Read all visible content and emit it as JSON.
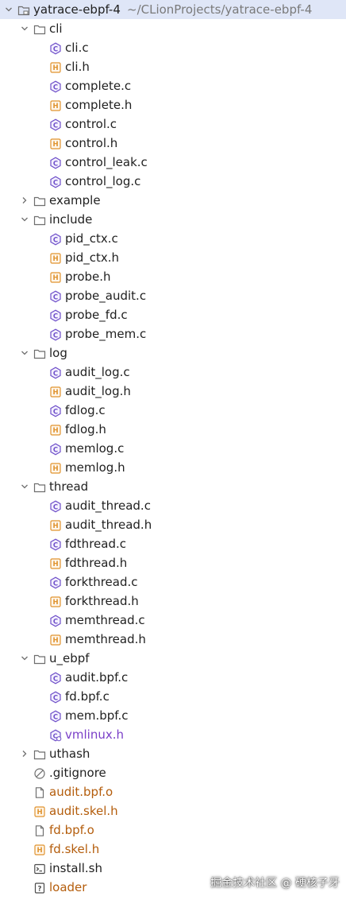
{
  "project": {
    "name": "yatrace-ebpf-4",
    "path": "~/CLionProjects/yatrace-ebpf-4"
  },
  "colors": {
    "selection": "#dfe6f7",
    "folder": "#6e6e6e",
    "c_file": "#6f50c9",
    "h_file": "#e0932f",
    "orange_text": "#b45d0c",
    "purple_text": "#7a3fc8"
  },
  "tree": [
    {
      "name": "cli",
      "type": "folder",
      "level": 1,
      "expanded": true
    },
    {
      "name": "cli.c",
      "type": "c",
      "level": 2
    },
    {
      "name": "cli.h",
      "type": "h",
      "level": 2
    },
    {
      "name": "complete.c",
      "type": "c",
      "level": 2
    },
    {
      "name": "complete.h",
      "type": "h",
      "level": 2
    },
    {
      "name": "control.c",
      "type": "c",
      "level": 2
    },
    {
      "name": "control.h",
      "type": "h",
      "level": 2
    },
    {
      "name": "control_leak.c",
      "type": "c",
      "level": 2
    },
    {
      "name": "control_log.c",
      "type": "c",
      "level": 2
    },
    {
      "name": "example",
      "type": "folder",
      "level": 1,
      "expanded": false
    },
    {
      "name": "include",
      "type": "folder",
      "level": 1,
      "expanded": true
    },
    {
      "name": "pid_ctx.c",
      "type": "c",
      "level": 2
    },
    {
      "name": "pid_ctx.h",
      "type": "h",
      "level": 2
    },
    {
      "name": "probe.h",
      "type": "h",
      "level": 2
    },
    {
      "name": "probe_audit.c",
      "type": "c",
      "level": 2
    },
    {
      "name": "probe_fd.c",
      "type": "c",
      "level": 2
    },
    {
      "name": "probe_mem.c",
      "type": "c",
      "level": 2
    },
    {
      "name": "log",
      "type": "folder",
      "level": 1,
      "expanded": true
    },
    {
      "name": "audit_log.c",
      "type": "c",
      "level": 2
    },
    {
      "name": "audit_log.h",
      "type": "h",
      "level": 2
    },
    {
      "name": "fdlog.c",
      "type": "c",
      "level": 2
    },
    {
      "name": "fdlog.h",
      "type": "h",
      "level": 2
    },
    {
      "name": "memlog.c",
      "type": "c",
      "level": 2
    },
    {
      "name": "memlog.h",
      "type": "h",
      "level": 2
    },
    {
      "name": "thread",
      "type": "folder",
      "level": 1,
      "expanded": true
    },
    {
      "name": "audit_thread.c",
      "type": "c",
      "level": 2
    },
    {
      "name": "audit_thread.h",
      "type": "h",
      "level": 2
    },
    {
      "name": "fdthread.c",
      "type": "c",
      "level": 2
    },
    {
      "name": "fdthread.h",
      "type": "h",
      "level": 2
    },
    {
      "name": "forkthread.c",
      "type": "c",
      "level": 2
    },
    {
      "name": "forkthread.h",
      "type": "h",
      "level": 2
    },
    {
      "name": "memthread.c",
      "type": "c",
      "level": 2
    },
    {
      "name": "memthread.h",
      "type": "h",
      "level": 2
    },
    {
      "name": "u_ebpf",
      "type": "folder",
      "level": 1,
      "expanded": true
    },
    {
      "name": "audit.bpf.c",
      "type": "c",
      "level": 2
    },
    {
      "name": "fd.bpf.c",
      "type": "c",
      "level": 2
    },
    {
      "name": "mem.bpf.c",
      "type": "c",
      "level": 2
    },
    {
      "name": "vmlinux.h",
      "type": "cpp-gen",
      "level": 2,
      "style": "purple"
    },
    {
      "name": "uthash",
      "type": "folder",
      "level": 1,
      "expanded": false
    },
    {
      "name": ".gitignore",
      "type": "ignore",
      "level": 1
    },
    {
      "name": "audit.bpf.o",
      "type": "file",
      "level": 1,
      "style": "orange"
    },
    {
      "name": "audit.skel.h",
      "type": "h",
      "level": 1,
      "style": "orange"
    },
    {
      "name": "fd.bpf.o",
      "type": "file",
      "level": 1,
      "style": "orange"
    },
    {
      "name": "fd.skel.h",
      "type": "h",
      "level": 1,
      "style": "orange"
    },
    {
      "name": "install.sh",
      "type": "shell",
      "level": 1
    },
    {
      "name": "loader",
      "type": "unknown",
      "level": 1,
      "style": "orange"
    }
  ],
  "watermark": "掘金技术社区 @ 硬核子牙"
}
